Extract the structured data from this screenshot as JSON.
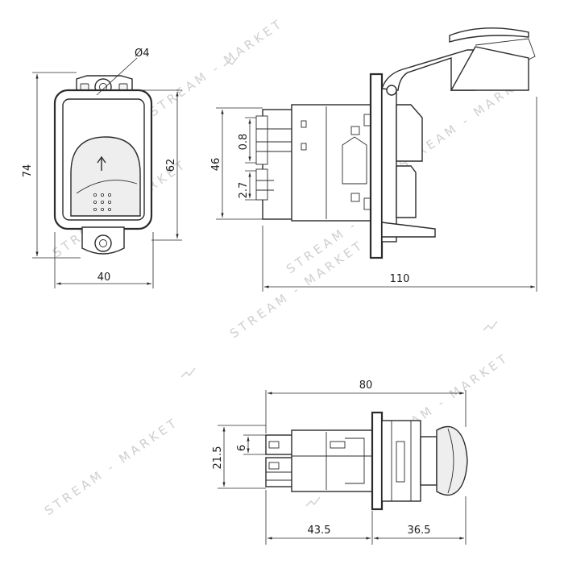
{
  "watermark": {
    "text": "STREAM - MARKET"
  },
  "dimensions": {
    "hole_diameter": "Ø4",
    "front_height_total": "74",
    "front_height_body": "62",
    "front_width": "40",
    "side_length": "110",
    "side_height": "46",
    "side_gap_upper": "0.8",
    "side_gap_lower": "2.7",
    "top_length": "80",
    "top_height": "21.5",
    "top_terminal": "6",
    "top_left_part": "43.5",
    "top_right_part": "36.5"
  },
  "icons": [
    "arrow-up-icon",
    "keyhole-dots-icon"
  ]
}
